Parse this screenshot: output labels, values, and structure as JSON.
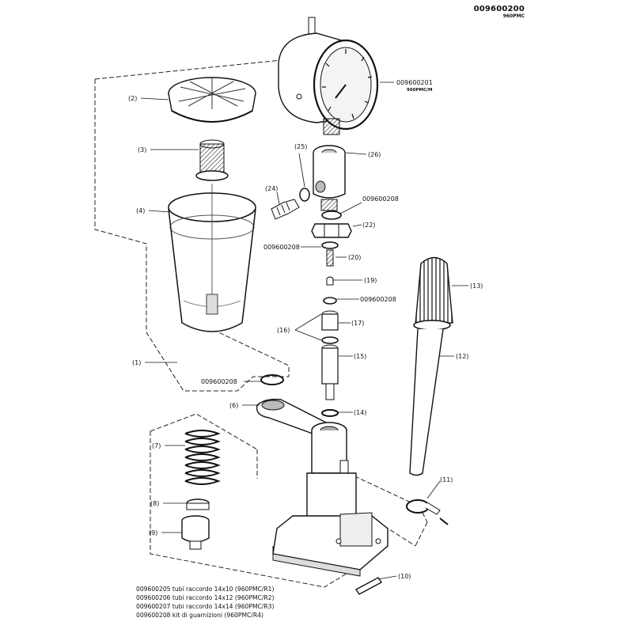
{
  "header": {
    "drawing_code": "009600200",
    "model": "960PMC"
  },
  "callouts": {
    "p1": "(1)",
    "p2": "(2)",
    "p3": "(3)",
    "p4": "(4)",
    "p6": "(6)",
    "p7": "(7)",
    "p8": "(8)",
    "p9": "(9)",
    "p10": "(10)",
    "p11": "(11)",
    "p12": "(12)",
    "p13": "(13)",
    "p14": "(14)",
    "p15": "(15)",
    "p16": "(16)",
    "p17": "(17)",
    "p19": "(19)",
    "p20": "(20)",
    "p22": "(22)",
    "p24": "(24)",
    "p25": "(25)",
    "p26": "(26)",
    "gauge_code": "009600201",
    "gauge_model": "960PMC/M",
    "seal_a": "009600208",
    "seal_b": "009600208",
    "seal_c": "009600208",
    "seal_d": "009600208"
  },
  "legend": [
    "009600205 tubi raccordo 14x10 (960PMC/R1)",
    "009600206 tubi raccordo 14x12 (960PMC/R2)",
    "009600207 tubi raccordo 14x14 (960PMC/R3)",
    "009600208 kit di guarnizioni (960PMC/R4)"
  ]
}
